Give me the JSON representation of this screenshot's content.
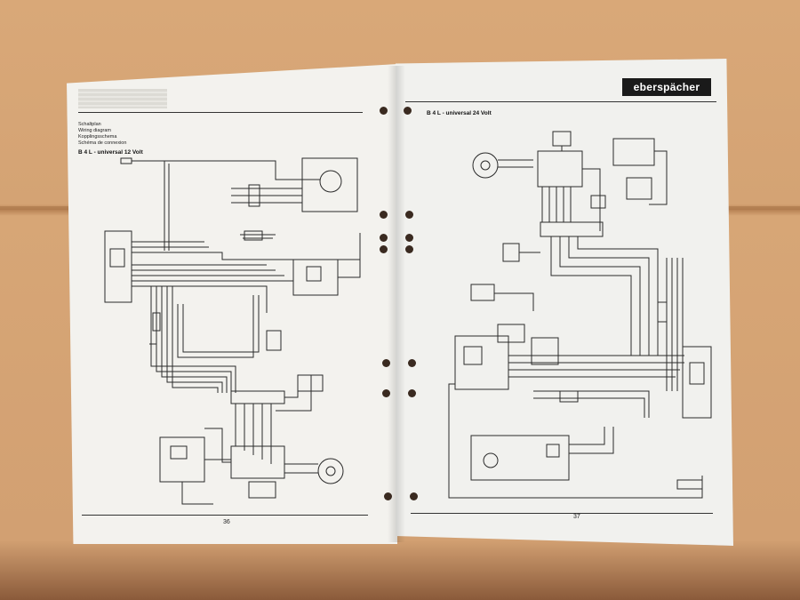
{
  "left_page": {
    "headings": [
      "Schaltplan",
      "Wiring diagram",
      "Kopplingsschema",
      "Schéma de connexion"
    ],
    "subtitle": "B 4 L - universal 12 Volt",
    "page_number": "36"
  },
  "right_page": {
    "logo_text": "eberspächer",
    "subtitle": "B 4 L - universal 24 Volt",
    "page_number": "37"
  }
}
